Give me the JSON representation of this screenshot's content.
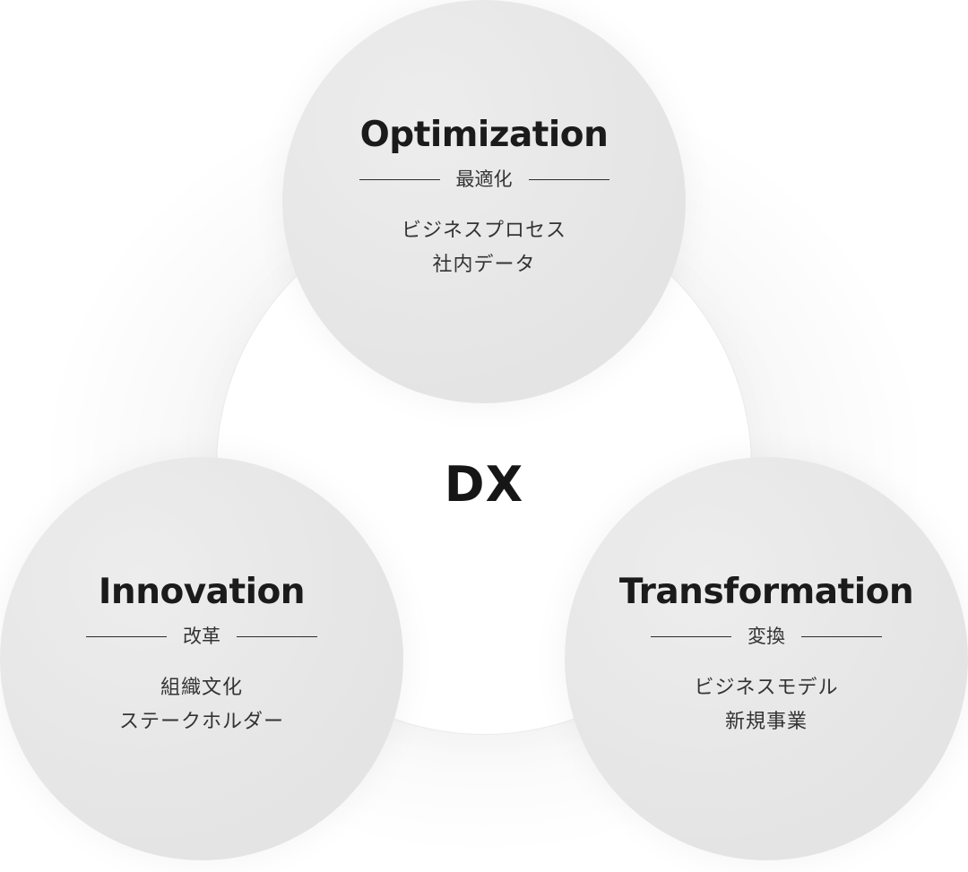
{
  "center": {
    "label": "DX"
  },
  "nodes": [
    {
      "title": "Optimization",
      "subtitle": "最適化",
      "items": [
        "ビジネスプロセス",
        "社内データ"
      ]
    },
    {
      "title": "Innovation",
      "subtitle": "改革",
      "items": [
        "組織文化",
        "ステークホルダー"
      ]
    },
    {
      "title": "Transformation",
      "subtitle": "変換",
      "items": [
        "ビジネスモデル",
        "新規事業"
      ]
    }
  ]
}
